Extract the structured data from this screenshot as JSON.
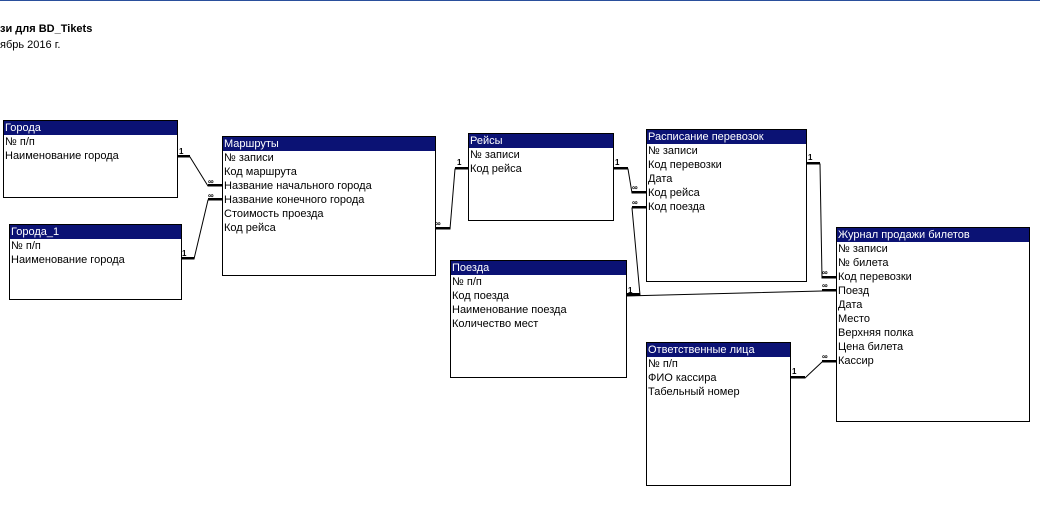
{
  "report": {
    "title": "зи для BD_Tikets",
    "date": "ябрь 2016 г."
  },
  "colors": {
    "title_bar": "#0b1274",
    "title_text": "#ffffff",
    "border": "#000000",
    "top_accent": "#2a4f9c"
  },
  "tables": [
    {
      "id": "goroda",
      "title": "Города",
      "fields": [
        "№ п/п",
        "Наименование города"
      ]
    },
    {
      "id": "goroda1",
      "title": "Города_1",
      "fields": [
        "№ п/п",
        "Наименование города"
      ]
    },
    {
      "id": "marshruty",
      "title": "Маршруты",
      "fields": [
        "№ записи",
        "Код маршрута",
        "Название начального города",
        "Название конечного города",
        "Стоимость проезда",
        "Код рейса"
      ]
    },
    {
      "id": "reysy",
      "title": "Рейсы",
      "fields": [
        "№ записи",
        "Код рейса"
      ]
    },
    {
      "id": "poezda",
      "title": "Поезда",
      "fields": [
        "№ п/п",
        "Код поезда",
        "Наименование поезда",
        "Количество мест"
      ]
    },
    {
      "id": "raspisanie",
      "title": "Расписание перевозок",
      "fields": [
        "№ записи",
        "Код перевозки",
        "Дата",
        "Код рейса",
        "Код поезда"
      ]
    },
    {
      "id": "otvetstvennye",
      "title": "Ответственные лица",
      "fields": [
        "№ п/п",
        "ФИО кассира",
        "Табельный номер"
      ]
    },
    {
      "id": "zhurnal",
      "title": "Журнал продажи билетов",
      "fields": [
        "№ записи",
        "№ билета",
        "Код перевозки",
        "Поезд",
        "Дата",
        "Место",
        "Верхняя полка",
        "Цена билета",
        "Кассир"
      ]
    }
  ],
  "relationships": [
    {
      "from": "Города.Наименование города",
      "to": "Маршруты.Название начального города",
      "one_label": "1",
      "many_label": "∞"
    },
    {
      "from": "Города_1.Наименование города",
      "to": "Маршруты.Название конечного города",
      "one_label": "1",
      "many_label": "∞"
    },
    {
      "from": "Рейсы.Код рейса",
      "to": "Маршруты.Код рейса",
      "one_label": "1",
      "many_label": "∞"
    },
    {
      "from": "Рейсы.Код рейса",
      "to": "Расписание перевозок.Код рейса",
      "one_label": "1",
      "many_label": "∞"
    },
    {
      "from": "Поезда.Код поезда",
      "to": "Расписание перевозок.Код поезда",
      "one_label": "1",
      "many_label": "∞"
    },
    {
      "from": "Расписание перевозок.Код перевозки",
      "to": "Журнал продажи билетов.Код перевозки",
      "one_label": "1",
      "many_label": "∞"
    },
    {
      "from": "Поезда.Код поезда",
      "to": "Журнал продажи билетов.Поезд",
      "one_label": "1",
      "many_label": "∞"
    },
    {
      "from": "Ответственные лица.ФИО кассира",
      "to": "Журнал продажи билетов.Кассир",
      "one_label": "1",
      "many_label": "∞"
    }
  ]
}
